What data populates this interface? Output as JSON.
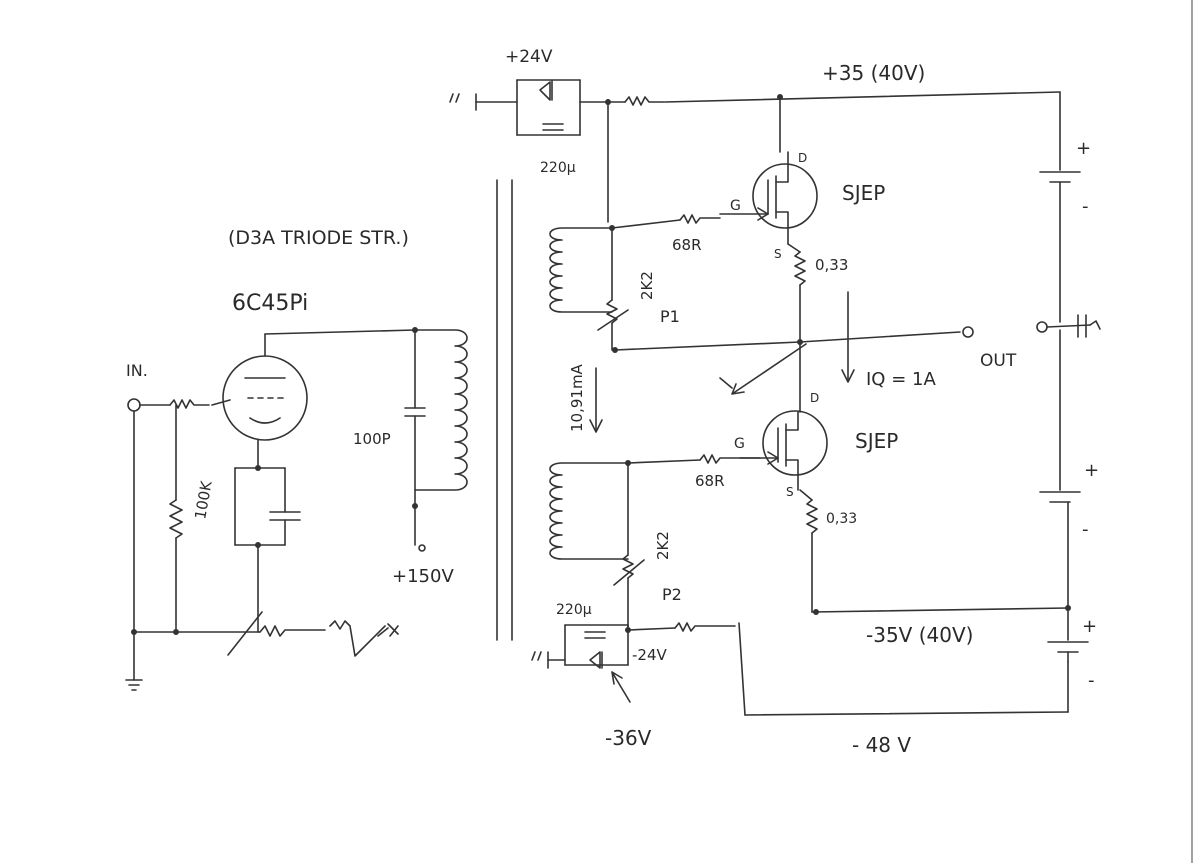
{
  "labels": {
    "title_note": "(D3A TRIODE STR.)",
    "tube": "6C45Pi",
    "input": "IN.",
    "r_input": "100K",
    "cap_coupling": "100P",
    "b_plus": "+150V",
    "supply_pos_24": "+24V",
    "cap_top": "220µ",
    "cap_bottom": "220µ",
    "supply_pos_35": "+35 (40V)",
    "supply_neg_35": "-35V (40V)",
    "supply_neg_36": "-36V",
    "supply_neg_24": "-24V",
    "supply_neg_48": "- 48 V",
    "gate_res_top": "68R",
    "gate_res_bottom": "68R",
    "gate_top": "G",
    "gate_bottom": "G",
    "pot_top_value": "2K2",
    "pot_bottom_value": "2K2",
    "pot_top_name": "P1",
    "pot_bottom_name": "P2",
    "bias_current": "10,91mA",
    "sjep_top": "SJEP",
    "sjep_bottom": "SJEP",
    "source_res_top": "0,33",
    "source_res_bottom": "0,33",
    "quiescent": "IQ = 1A",
    "output": "OUT",
    "drain_top": "D",
    "drain_bottom": "D",
    "source_top": "S",
    "source_bottom": "S",
    "plus_1": "+",
    "minus_1": "-",
    "plus_2": "+",
    "minus_2": "-",
    "plus_3": "+",
    "minus_3": "-"
  }
}
